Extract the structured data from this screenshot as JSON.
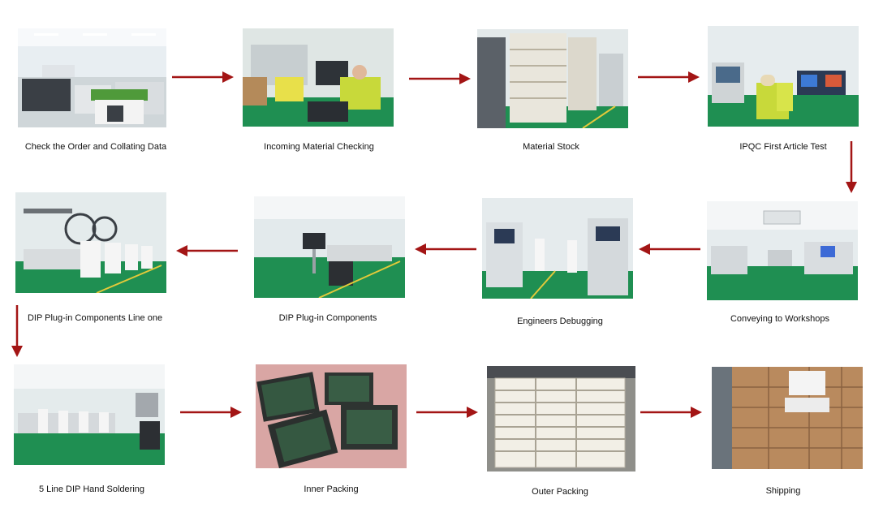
{
  "steps": [
    {
      "id": "s1",
      "label": "Check the Order and Collating Data"
    },
    {
      "id": "s2",
      "label": "Incoming Material Checking"
    },
    {
      "id": "s3",
      "label": "Material Stock"
    },
    {
      "id": "s4",
      "label": "IPQC First Article Test"
    },
    {
      "id": "s5",
      "label": "Conveying to Workshops"
    },
    {
      "id": "s6",
      "label": "Engineers Debugging"
    },
    {
      "id": "s7",
      "label": "DIP Plug-in Components"
    },
    {
      "id": "s8",
      "label": "DIP Plug-in Components Line one"
    },
    {
      "id": "s9",
      "label": "5 Line DIP Hand Soldering"
    },
    {
      "id": "s10",
      "label": "Inner Packing"
    },
    {
      "id": "s11",
      "label": "Outer Packing"
    },
    {
      "id": "s12",
      "label": "Shipping"
    }
  ],
  "colors": {
    "arrow": "#a31515",
    "floor": "#1f8f52",
    "wall": "#e9eef0"
  }
}
